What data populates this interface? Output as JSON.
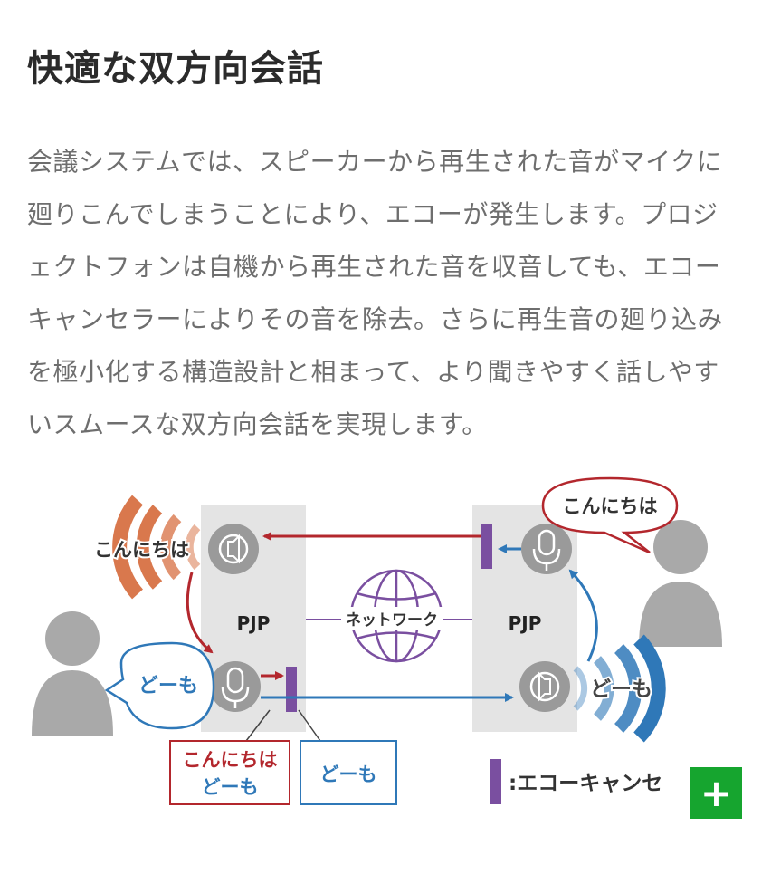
{
  "article": {
    "title": "快適な双方向会話",
    "paragraph_lines": [
      "会議システムでは、スピーカーから再生された音がマイクに",
      "廻りこんでしまうことにより、エコーが発生します。プロジ",
      "ェクトフォンは自機から再生された音を収音しても、エコー",
      "キャンセラーによりその音を除去。さらに再生音の廻り込み",
      "を極小化する構造設計と相まって、より聞きやすく話しやす",
      "いスムースな双方向会話を実現します。"
    ]
  },
  "diagram": {
    "left_device_label": "PJP",
    "right_device_label": "PJP",
    "network_label": "ネットワーク",
    "left_speaker_speech": "こんにちは",
    "left_user_bubble": "どーも",
    "right_user_bubble": "こんにちは",
    "right_speaker_speech": "どーも",
    "box_left_line1": "こんにちは",
    "box_left_line2": "どーも",
    "box_right": "どーも",
    "legend_label": ":エコーキャンセ",
    "colors": {
      "red": "#b3272d",
      "blue": "#2f78b8",
      "purple": "#7a4fa0",
      "device": "#e4e4e4",
      "person": "#a9a9a9",
      "wave_orange": "#d9784d"
    }
  },
  "floating_button": {
    "label": "+",
    "color": "#16a52f"
  }
}
